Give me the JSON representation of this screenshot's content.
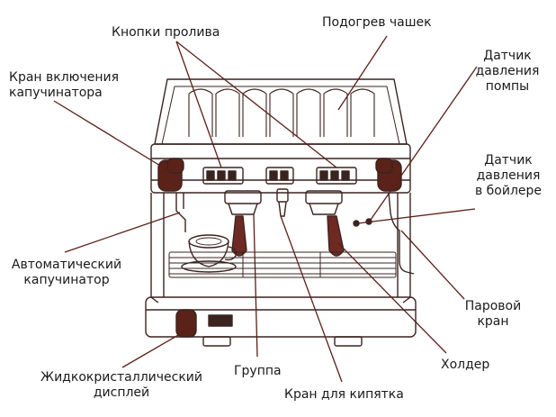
{
  "colors": {
    "outline": "#3a2420",
    "accent": "#6e2a22",
    "callout": "#5c1f18",
    "knob": "#5a2218",
    "label": "#1a1a1a"
  },
  "labels": {
    "dispense_buttons": "Кнопки пролива",
    "cup_warmer": "Подогрев чашек",
    "cappuccinator_valve": [
      "Кран включения",
      "капучинатора"
    ],
    "pump_pressure": [
      "Датчик",
      "давления",
      "помпы"
    ],
    "boiler_pressure": [
      "Датчик",
      "давления",
      "в бойлере"
    ],
    "auto_cappuccinator": [
      "Автоматический",
      "капучинатор"
    ],
    "steam_valve": [
      "Паровой",
      "кран"
    ],
    "holder": "Холдер",
    "lcd_display": [
      "Жидкокристаллический",
      "дисплей"
    ],
    "group": "Группа",
    "hot_water_valve": "Кран для кипятка"
  }
}
